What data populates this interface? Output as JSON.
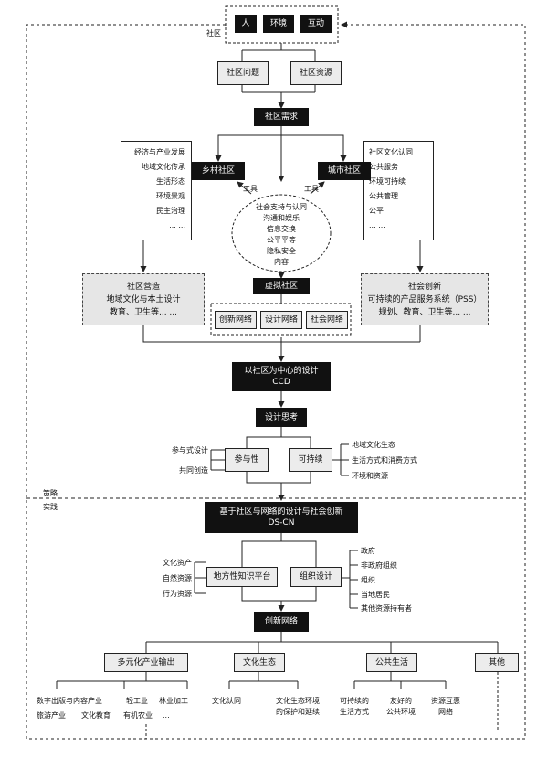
{
  "top": {
    "items": [
      "人",
      "环境",
      "互动"
    ],
    "label": "社区"
  },
  "row2": {
    "left": "社区问题",
    "right": "社区资源"
  },
  "demand": "社区需求",
  "rural": {
    "label": "乡村社区",
    "factors": [
      "经济与产业发展",
      "地域文化传承",
      "生活形态",
      "环境景观",
      "民主治理",
      "... ..."
    ],
    "outcome": [
      "社区营造",
      "地域文化与本土设计",
      "教育、卫生等... ..."
    ]
  },
  "urban": {
    "label": "城市社区",
    "factors": [
      "社区文化认同",
      "公共服务",
      "环境可持续",
      "公共管理",
      "公平",
      "... ..."
    ],
    "outcome": [
      "社会创新",
      "可持续的产品服务系统（PSS）",
      "规划、教育、卫生等... ..."
    ]
  },
  "tool_label": "工具",
  "virtual_needs": [
    "社会支持与认同",
    "沟通和娱乐",
    "信息交换",
    "公平平等",
    "隐私安全",
    "内容"
  ],
  "virtual": "虚拟社区",
  "networks": [
    "创新网络",
    "设计网络",
    "社会网络"
  ],
  "ccd": [
    "以社区为中心的设计",
    "CCD"
  ],
  "design_thinking": "设计思考",
  "participation": {
    "label": "参与性",
    "items": [
      "参与式设计",
      "共同创造"
    ]
  },
  "sustainability": {
    "label": "可持续",
    "items": [
      "地域文化生态",
      "生活方式和消费方式",
      "环境和资源"
    ]
  },
  "strategy_label": "策略",
  "practice_label": "实践",
  "dscn": [
    "基于社区与网络的设计与社会创新",
    "DS-CN"
  ],
  "platform": {
    "label": "地方性知识平台",
    "items": [
      "文化资产",
      "自然资源",
      "行为资源"
    ]
  },
  "org": {
    "label": "组织设计",
    "items": [
      "政府",
      "非政府组织",
      "组织",
      "当地居民",
      "其他资源持有者"
    ]
  },
  "innovation": "创新网络",
  "branches": {
    "industry": {
      "label": "多元化产业输出",
      "items": [
        "数字出版与内容产业",
        "轻工业",
        "林业加工",
        "旅游产业",
        "文化教育",
        "有机农业",
        "..."
      ]
    },
    "ecology": {
      "label": "文化生态",
      "items": [
        "文化认同",
        "文化生态环境",
        "的保护和延续"
      ]
    },
    "public": {
      "label": "公共生活",
      "items": [
        "可持续的",
        "生活方式",
        "友好的",
        "公共环境",
        "资源互惠",
        "网络"
      ]
    },
    "other": {
      "label": "其他"
    }
  }
}
